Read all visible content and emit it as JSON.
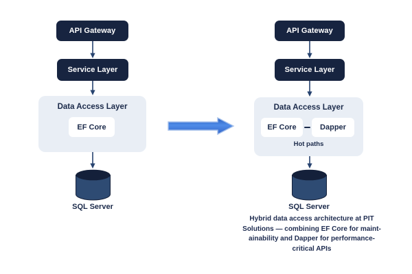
{
  "left": {
    "api_gateway": "API Gateway",
    "service_layer": "Service Layer",
    "dal_title": "Data Access Layer",
    "ef_core": "EF Core",
    "database": "SQL Server"
  },
  "right": {
    "api_gateway": "API Gateway",
    "service_layer": "Service Layer",
    "dal_title": "Data Access Layer",
    "ef_core": "EF Core",
    "dapper": "Dapper",
    "hot_paths": "Hot paths",
    "database": "SQL Server"
  },
  "caption": "Hybrid data access architecture at PIT\nSolutions — combining EF Core for maint-\nainability and Dapper for performance-\ncritical APIs",
  "icons": {
    "database_icon": "database-cylinder",
    "flow_arrow_icon": "down-arrow",
    "transform_arrow_icon": "right-block-arrow"
  },
  "colors": {
    "node_navy": "#172440",
    "text_navy": "#1b2a4a",
    "dal_background": "#e9eef5",
    "cylinder_body": "#2e4b73",
    "cylinder_top": "#14203a",
    "flow_arrow": "#27436f",
    "transform_arrow": "#4e8be8"
  }
}
